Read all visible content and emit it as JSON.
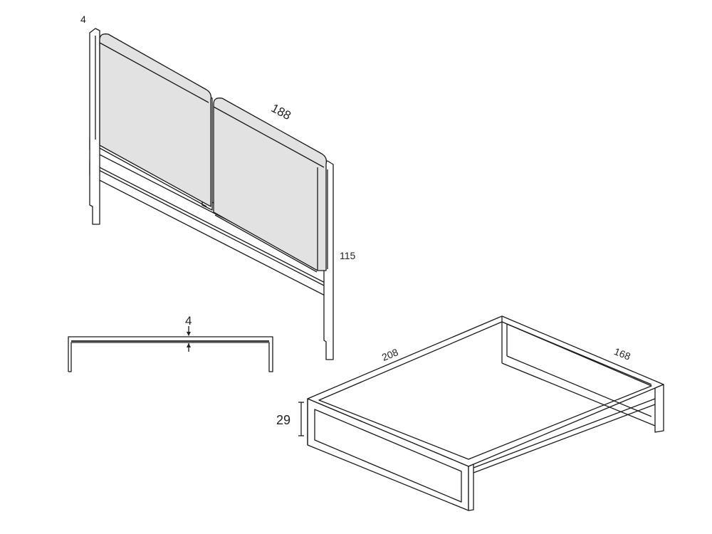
{
  "headboard": {
    "depth_label": "4",
    "width_label": "188",
    "height_label": "115"
  },
  "side_view": {
    "thickness_label": "4"
  },
  "base": {
    "length_label": "208",
    "width_label": "168",
    "height_label": "29"
  }
}
